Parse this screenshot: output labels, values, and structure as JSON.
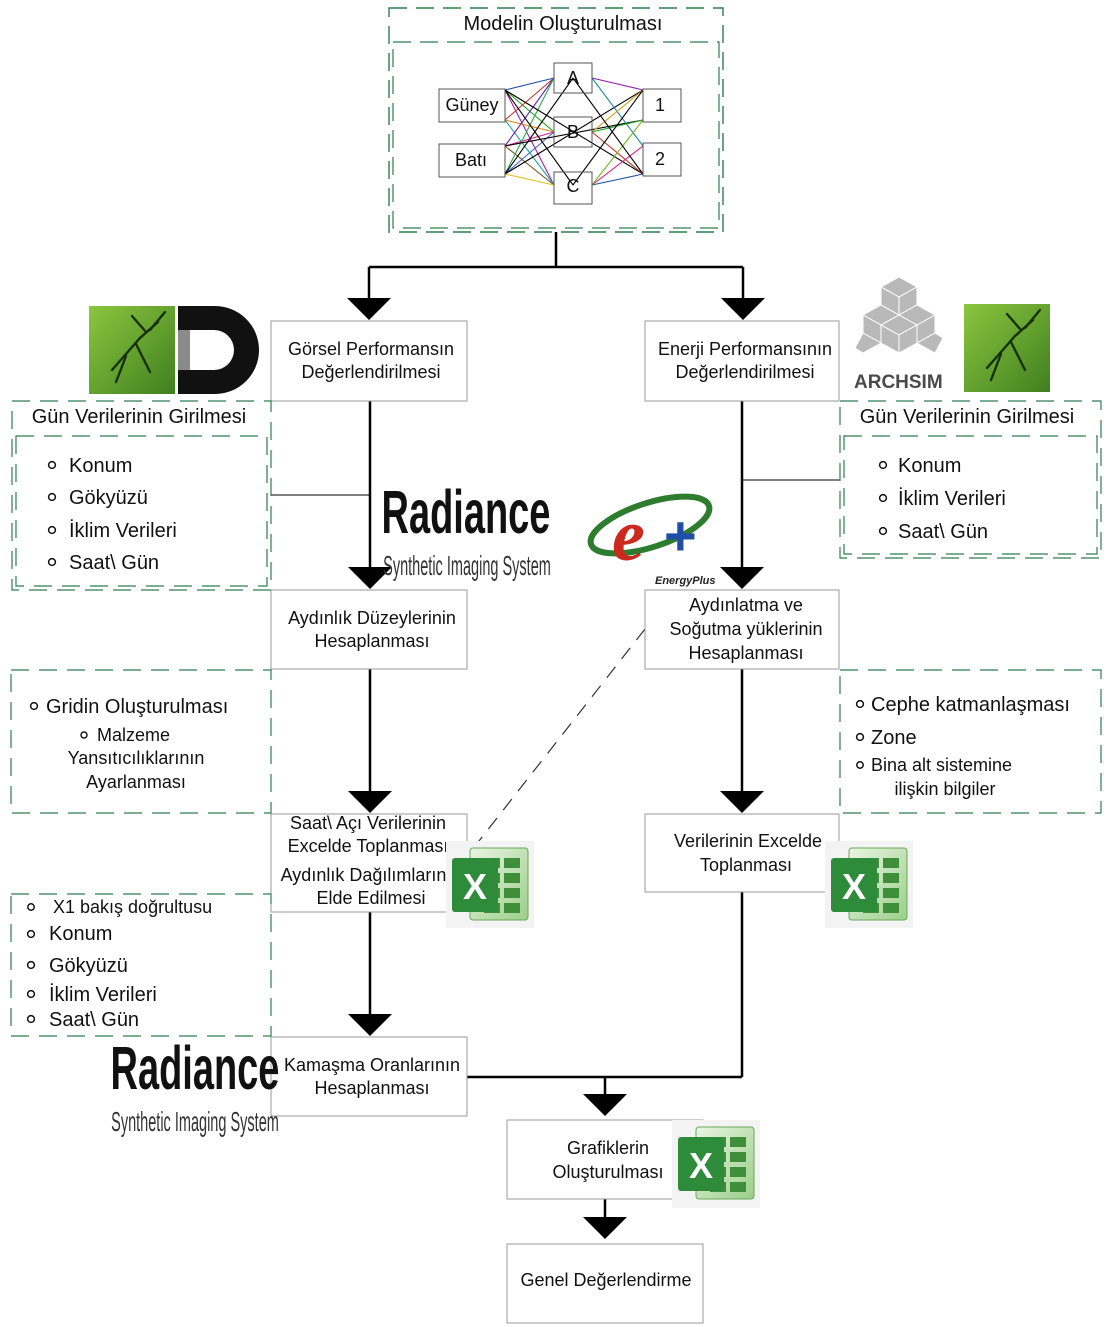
{
  "model": {
    "title": "Modelin Oluşturulması",
    "directions": [
      "Güney",
      "Batı"
    ],
    "nodes": [
      "A",
      "B",
      "C"
    ],
    "numbers": [
      "1",
      "2"
    ]
  },
  "left_branch": {
    "visual_box": [
      "Görsel Performansın",
      "Değerlendirilmesi"
    ],
    "input_title": "Gün Verilerinin Girilmesi",
    "input_items": [
      "Konum",
      "Gökyüzü",
      "İklim Verileri",
      "Saat\\ Gün"
    ],
    "illuminance_box": [
      "Aydınlık Düzeylerinin",
      "Hesaplanması"
    ],
    "grid_items": [
      "Gridin Oluşturulması",
      "Malzeme",
      "Yansıtıcılıklarının",
      "Ayarlanması"
    ],
    "excel_box": [
      "Saat\\ Açı Verilerinin",
      "Excelde Toplanması",
      "Aydınlık Dağılımlarının",
      "Elde Edilmesi"
    ],
    "view_items": [
      "X1 bakış doğrultusu",
      "Konum",
      "Gökyüzü",
      "İklim Verileri",
      "Saat\\ Gün"
    ],
    "glare_box": [
      "Kamaşma Oranlarının",
      "Hesaplanması"
    ]
  },
  "right_branch": {
    "energy_box": [
      "Enerji Performansının",
      "Değerlendirilmesi"
    ],
    "input_title": "Gün Verilerinin Girilmesi",
    "input_items": [
      "Konum",
      "İklim Verileri",
      "Saat\\ Gün"
    ],
    "loads_box": [
      "Aydınlatma ve",
      "Soğutma yüklerinin",
      "Hesaplanması"
    ],
    "facade_items": [
      "Cephe katmanlaşması",
      "Zone",
      "Bina alt sistemine",
      "ilişkin bilgiler"
    ],
    "excel_box": [
      "Verilerinin Excelde",
      "Toplanması"
    ]
  },
  "bottom": {
    "charts_box": [
      "Grafiklerin",
      "Oluşturulması"
    ],
    "general_box": "Genel Değerlendirme"
  },
  "logos": {
    "radiance_name": "Radiance",
    "radiance_sub": "Synthetic Imaging System",
    "archsim": "ARCHSIM",
    "energyplus": "EnergyPlus",
    "excel_letter": "X"
  },
  "colors": {
    "dash_green": "#2e7d4f",
    "box_border": "#9a9a9a",
    "arrow": "#000000",
    "grasshopper_bg": "#6fae3a",
    "excel_green": "#2e8b3a",
    "energyplus_red": "#cc2a1f"
  }
}
